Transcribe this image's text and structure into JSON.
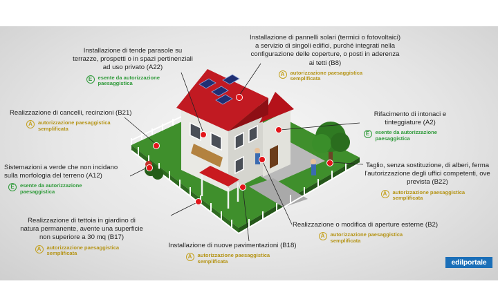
{
  "callouts": {
    "tende": {
      "text": "Installazione di tende parasole su terrazze, prospetti o in spazi pertinenziali ad uso privato (A22)",
      "badge_letter": "E",
      "badge_text": "esente da autorizzazione paesaggistica"
    },
    "pannelli": {
      "text": "Installazione di pannelli solari (termici o fotovoltaici) a servizio di singoli edifici, purché integrati nella configurazione delle coperture, o posti in aderenza ai tetti (B8)",
      "badge_letter": "A",
      "badge_text": "autorizzazione paesaggistica semplificata"
    },
    "cancelli": {
      "text": "Realizzazione di cancelli, recinzioni (B21)",
      "badge_letter": "A",
      "badge_text": "autorizzazione paesaggistica semplificata"
    },
    "intonaci": {
      "text": "Rifacimento di intonaci e tinteggiature (A2)",
      "badge_letter": "E",
      "badge_text": "esente da autorizzazione paesaggistica"
    },
    "verde": {
      "text": "Sistemazioni a verde che non incidano sulla morfologia del terreno (A12)",
      "badge_letter": "E",
      "badge_text": "esente da autorizzazione paesaggistica"
    },
    "alberi": {
      "text": "Taglio, senza sostituzione, di alberi, ferma l'autorizzazione degli uffici competenti, ove prevista (B22)",
      "badge_letter": "A",
      "badge_text": "autorizzazione paesaggistica semplificata"
    },
    "tettoia": {
      "text": "Realizzazione di tettoia in giardino di natura permanente, avente una superficie non superiore a 30 mq (B17)",
      "badge_letter": "A",
      "badge_text": "autorizzazione paesaggistica semplificata"
    },
    "aperture": {
      "text": "Realizzazione o modifica di aperture esterne (B2)",
      "badge_letter": "A",
      "badge_text": "autorizzazione paesaggistica semplificata"
    },
    "pavimentazioni": {
      "text": "Installazione di nuove pavimentazioni (B18)",
      "badge_letter": "A",
      "badge_text": "autorizzazione paesaggistica semplificata"
    }
  },
  "logo": {
    "text": "edilportale"
  },
  "colors": {
    "esente": "#2f9a3a",
    "semplificata": "#c4a11e",
    "marker": "#e3151a",
    "brand": "#1b6fb8"
  }
}
